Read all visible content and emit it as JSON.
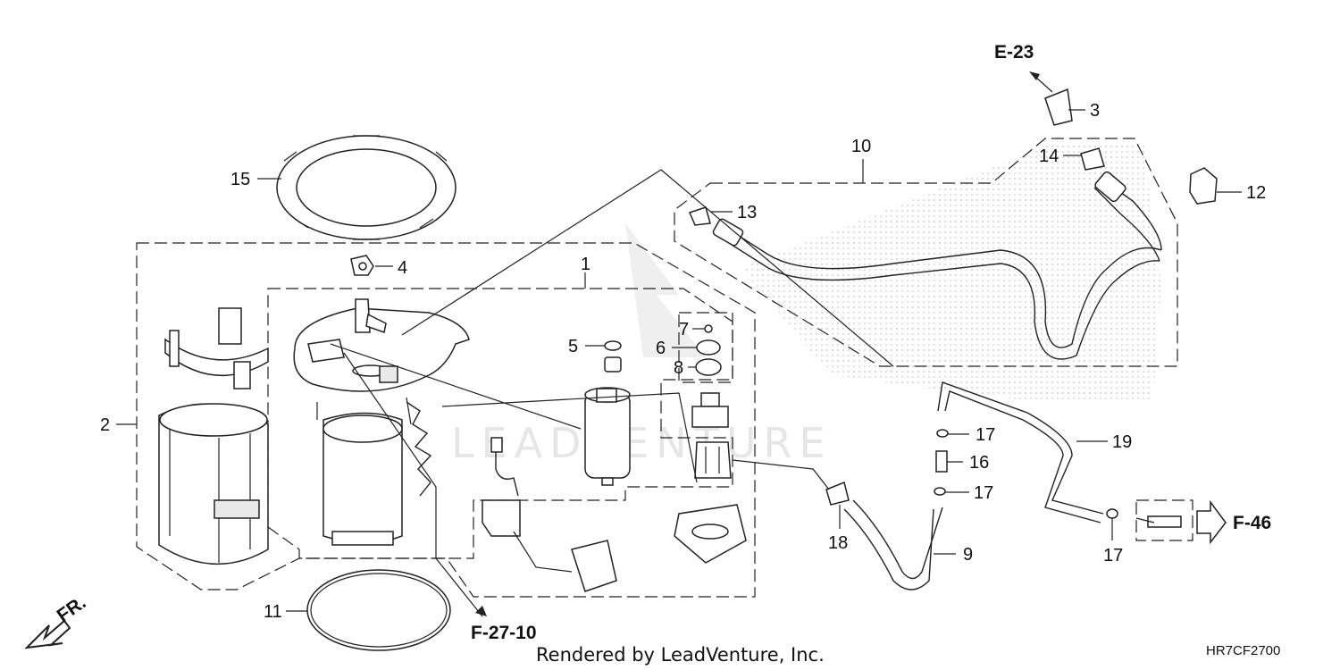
{
  "diagram": {
    "watermark": "LEADVENTURE",
    "footer": "Rendered by LeadVenture, Inc.",
    "code": "HR7CF2700",
    "direction_label": "FR.",
    "refs": {
      "e23": "E-23",
      "f46": "F-46",
      "f2710": "F-27-10"
    },
    "callouts": {
      "c1": "1",
      "c2": "2",
      "c3": "3",
      "c4": "4",
      "c5": "5",
      "c6": "6",
      "c7": "7",
      "c8": "8",
      "c9": "9",
      "c10": "10",
      "c11": "11",
      "c12": "12",
      "c13": "13",
      "c14": "14",
      "c15": "15",
      "c16": "16",
      "c17a": "17",
      "c17b": "17",
      "c17c": "17",
      "c18": "18",
      "c19": "19"
    }
  }
}
